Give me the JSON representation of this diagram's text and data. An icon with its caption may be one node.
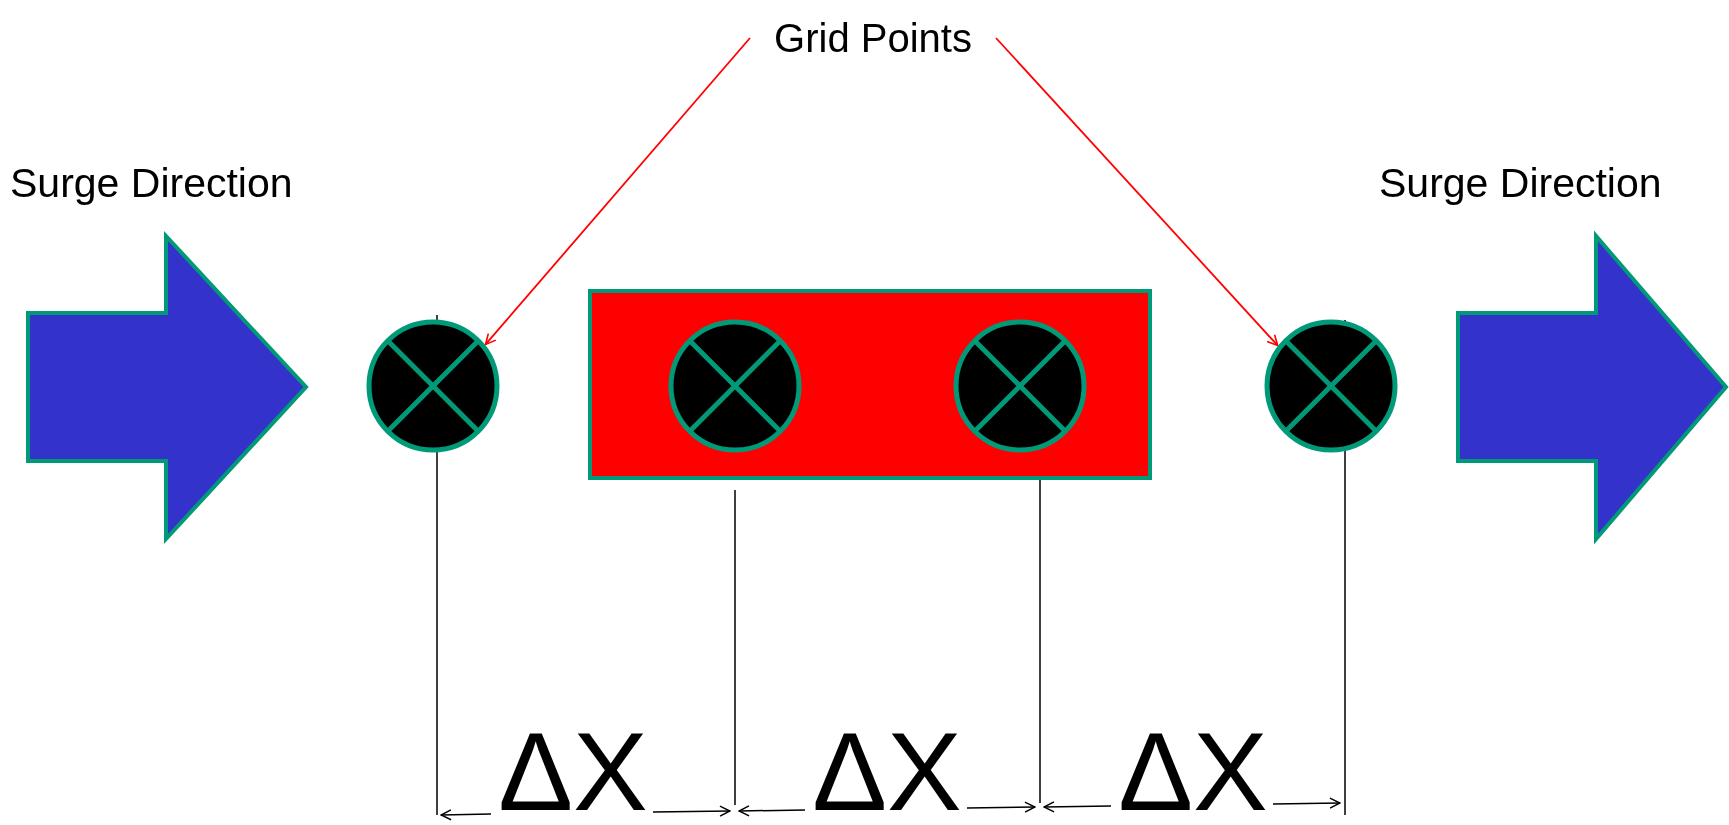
{
  "diagram": {
    "nodes": [
      {
        "text": [
          "Grid Points"
        ]
      },
      {
        "text": [],
        "shape": "circle"
      },
      {
        "text": [],
        "shape": "box"
      },
      {
        "text": [],
        "shape": "circle",
        "in": 2
      },
      {
        "text": [],
        "shape": "circle",
        "in": 2
      },
      {
        "text": [],
        "shape": "circle"
      }
    ],
    "edges": [
      {
        "from": 0,
        "to": 1,
        "arrow": "to"
      },
      {
        "from": 0,
        "to": 5,
        "arrow": "to"
      }
    ],
    "labels": [
      "Surge Direction",
      "Surge Direction",
      "ΔX",
      "ΔX",
      "ΔX"
    ]
  }
}
